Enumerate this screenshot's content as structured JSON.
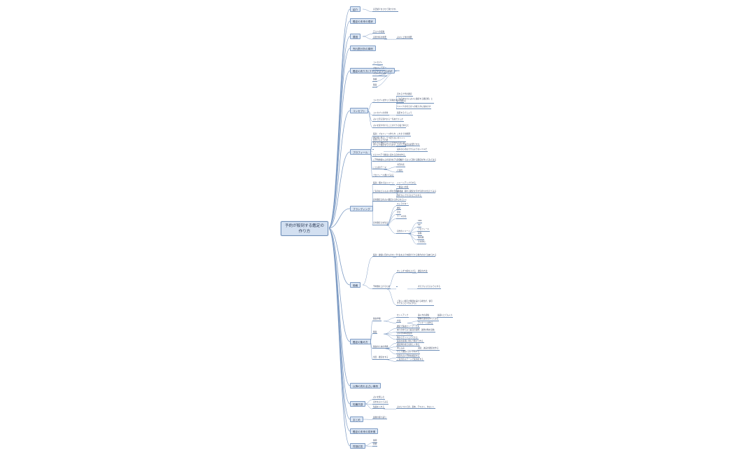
{
  "root": {
    "label": "予約が殺到する鑑定の\n作り方"
  },
  "branches": [
    {
      "id": "intro",
      "label": "紹介",
      "children": [
        {
          "label": "自己紹介をさせて頂きます。"
        }
      ]
    },
    {
      "id": "current",
      "label": "鑑定の未来の現状",
      "children": []
    },
    {
      "id": "review",
      "label": "要因",
      "children": [
        {
          "label": "口コミの変動"
        },
        {
          "label": "自然分析の重要",
          "children": [
            {
              "label": "占いに上位の重要"
            }
          ]
        }
      ]
    },
    {
      "id": "popular",
      "label": "売れ筋分析の事例",
      "children": []
    },
    {
      "id": "brand",
      "label": "鑑定の売り方(ブランディング)がが",
      "children": [
        {
          "label": "コンセプト"
        },
        {
          "label": "プロフィール"
        },
        {
          "label": "ブランディング"
        },
        {
          "label": "価格"
        },
        {
          "label": "集客"
        }
      ]
    },
    {
      "id": "concept",
      "label": "コンセプト",
      "children": [
        {
          "label": "コンセプトを作って手順があります",
          "children": [
            {
              "label": "売れる十代の鑑定"
            },
            {
              "label": "『今日あなたに占いに連続する鑑定師』というものに"
            },
            {
              "label": "ペルソナの考え方への取り方も深めます"
            }
          ]
        },
        {
          "label": "コンセプトの条件",
          "children": [
            {
              "label": "満足するでしょう"
            }
          ]
        },
        {
          "label": "占いと見る流れから一気あたりしか"
        },
        {
          "label": "占いを受け付けることのできる役で抑えた"
        }
      ]
    },
    {
      "id": "profile",
      "label": "プロフィール",
      "children": [
        {
          "label": "役割：プロフィール作り方",
          "children": [
            {
              "label": "これまでの経歴"
            }
          ]
        },
        {
          "label": "鑑定師に恐ろしうつ足りないポイントを見てもらうため"
        },
        {
          "label": "私たちに伸ばさることがわれでないはずでよで鑑定を与えるのか",
          "children": [
            {
              "label": "ペルソナ設定は必要ですか"
            }
          ]
        },
        {
          "label": "",
          "children": [
            {
              "label": "良好なものはできるようなレベルだ"
            }
          ]
        },
        {
          "label": "ひとつペアで確信に変わる自分を作る。"
        },
        {
          "label": "ご予約前提以上の自分をアピール",
          "children": [
            {
              "label": "自己紹介で占って頂ける鑑定を作ってみてみる"
            }
          ]
        },
        {
          "label": "ことばのテーマ",
          "children": [
            {
              "label": "今回の表"
            },
            {
              "label": "人達の"
            }
          ]
        },
        {
          "label": "プロフィール書いてみる"
        }
      ]
    },
    {
      "id": "branding",
      "label": "ブランディング",
      "children": [
        {
          "label": "役割：個々ではイメージ",
          "children": [
            {
              "label": "イメージアップでする"
            }
          ]
        },
        {
          "label": "ご自身はどんな占い師を目指すのか",
          "children": [
            {
              "label": "一番良いの様"
            },
            {
              "label": "深くは、頼れる鑑定を示す気持ちを伝えてみる"
            },
            {
              "label": "頭打ちにできるかどうかする"
            }
          ]
        },
        {
          "label": "自分鑑定士の占い鑑定から作られていく"
        },
        {
          "label": "自分鑑定士を知る",
          "children": [
            {
              "label": "キャラクター"
            },
            {
              "label": "鑑定"
            },
            {
              "label": "見せ"
            },
            {
              "label": "テーマの色"
            },
            {
              "label": "自分のイメージ",
              "children": [
                {
                  "label": "SNS"
                },
                {
                  "label": "HP"
                },
                {
                  "label": "プロフィール"
                },
                {
                  "label": "投稿"
                },
                {
                  "label": "備考欄"
                },
                {
                  "label": "その他も"
                }
              ]
            }
          ]
        }
      ]
    },
    {
      "id": "price",
      "label": "価格",
      "children": [
        {
          "label": "役割：顧客に目のものタッチ",
          "children": [
            {
              "label": "人生を占う支援ができる場合の全て決められる"
            }
          ]
        },
        {
          "label": "予約数を上げるため",
          "children": [
            {
              "label": "すこしずつ値を上げる",
              "children": [
                {
                  "label": "鑑定の方法"
                }
              ]
            },
            {
              "label": "",
              "children": [
                {
                  "label": "考えてもらえるようにする"
                }
              ]
            },
            {
              "label": "ご新しい値引き時間を設ける場合が、値引きでもっと人気にする。"
            }
          ]
        }
      ]
    },
    {
      "id": "attract",
      "label": "鑑定の集め方",
      "children": [
        {
          "label": "集客準備",
          "children": [
            {
              "label": "セットアップ",
              "children": [
                {
                  "label": "遠い方の評価",
                  "children": [
                    {
                      "label": "最初にとても入り"
                    }
                  ]
                }
              ]
            },
            {
              "label": "方法",
              "children": [
                {
                  "label": "物事の運命を作ってみる"
                },
                {
                  "label": "アンケートを作る"
                }
              ]
            }
          ]
        },
        {
          "label": "集客",
          "children": [
            {
              "label": "鑑定で集めたリーアーです"
            },
            {
              "label": "本人の中で占う最高の運勢、運勢の時の変動"
            },
            {
              "label": "占いのSNSを使用"
            },
            {
              "label": "他からラッシュでできる"
            }
          ]
        },
        {
          "label": "集客のための準備",
          "children": [
            {
              "label": "役割お客様に重なり繋げて作る"
            },
            {
              "label": "鑑定師の支えを新しく作る"
            },
            {
              "label": "申し込み",
              "children": [
                {
                  "label": "決定、誠実の鑑定を作る"
                }
              ]
            },
            {
              "label": "そして鑑定に占い予約する"
            }
          ]
        },
        {
          "label": "当日、鑑定をする",
          "children": [
            {
              "label": "当日の占い予約を確認する"
            },
            {
              "label": "ご自分のステージで使用をする"
            }
          ]
        }
      ]
    },
    {
      "id": "repeat",
      "label": "以降の売れる占い事例",
      "children": []
    },
    {
      "id": "knowledge",
      "label": "知識共感",
      "children": [
        {
          "label": "占いを楽しむ"
        },
        {
          "label": "自分を占ってみる"
        },
        {
          "label": "知識を入れる",
          "children": [
            {
              "label": "占いについての、基本、テキスト、タロット"
            }
          ]
        }
      ]
    },
    {
      "id": "summary",
      "label": "まとめ",
      "children": [
        {
          "label": "最後の振り返り"
        }
      ]
    },
    {
      "id": "future",
      "label": "鑑定の未来の将来像",
      "children": []
    },
    {
      "id": "qa",
      "label": "質疑応答",
      "children": [
        {
          "label": "質問"
        },
        {
          "label": "回答"
        }
      ]
    }
  ]
}
